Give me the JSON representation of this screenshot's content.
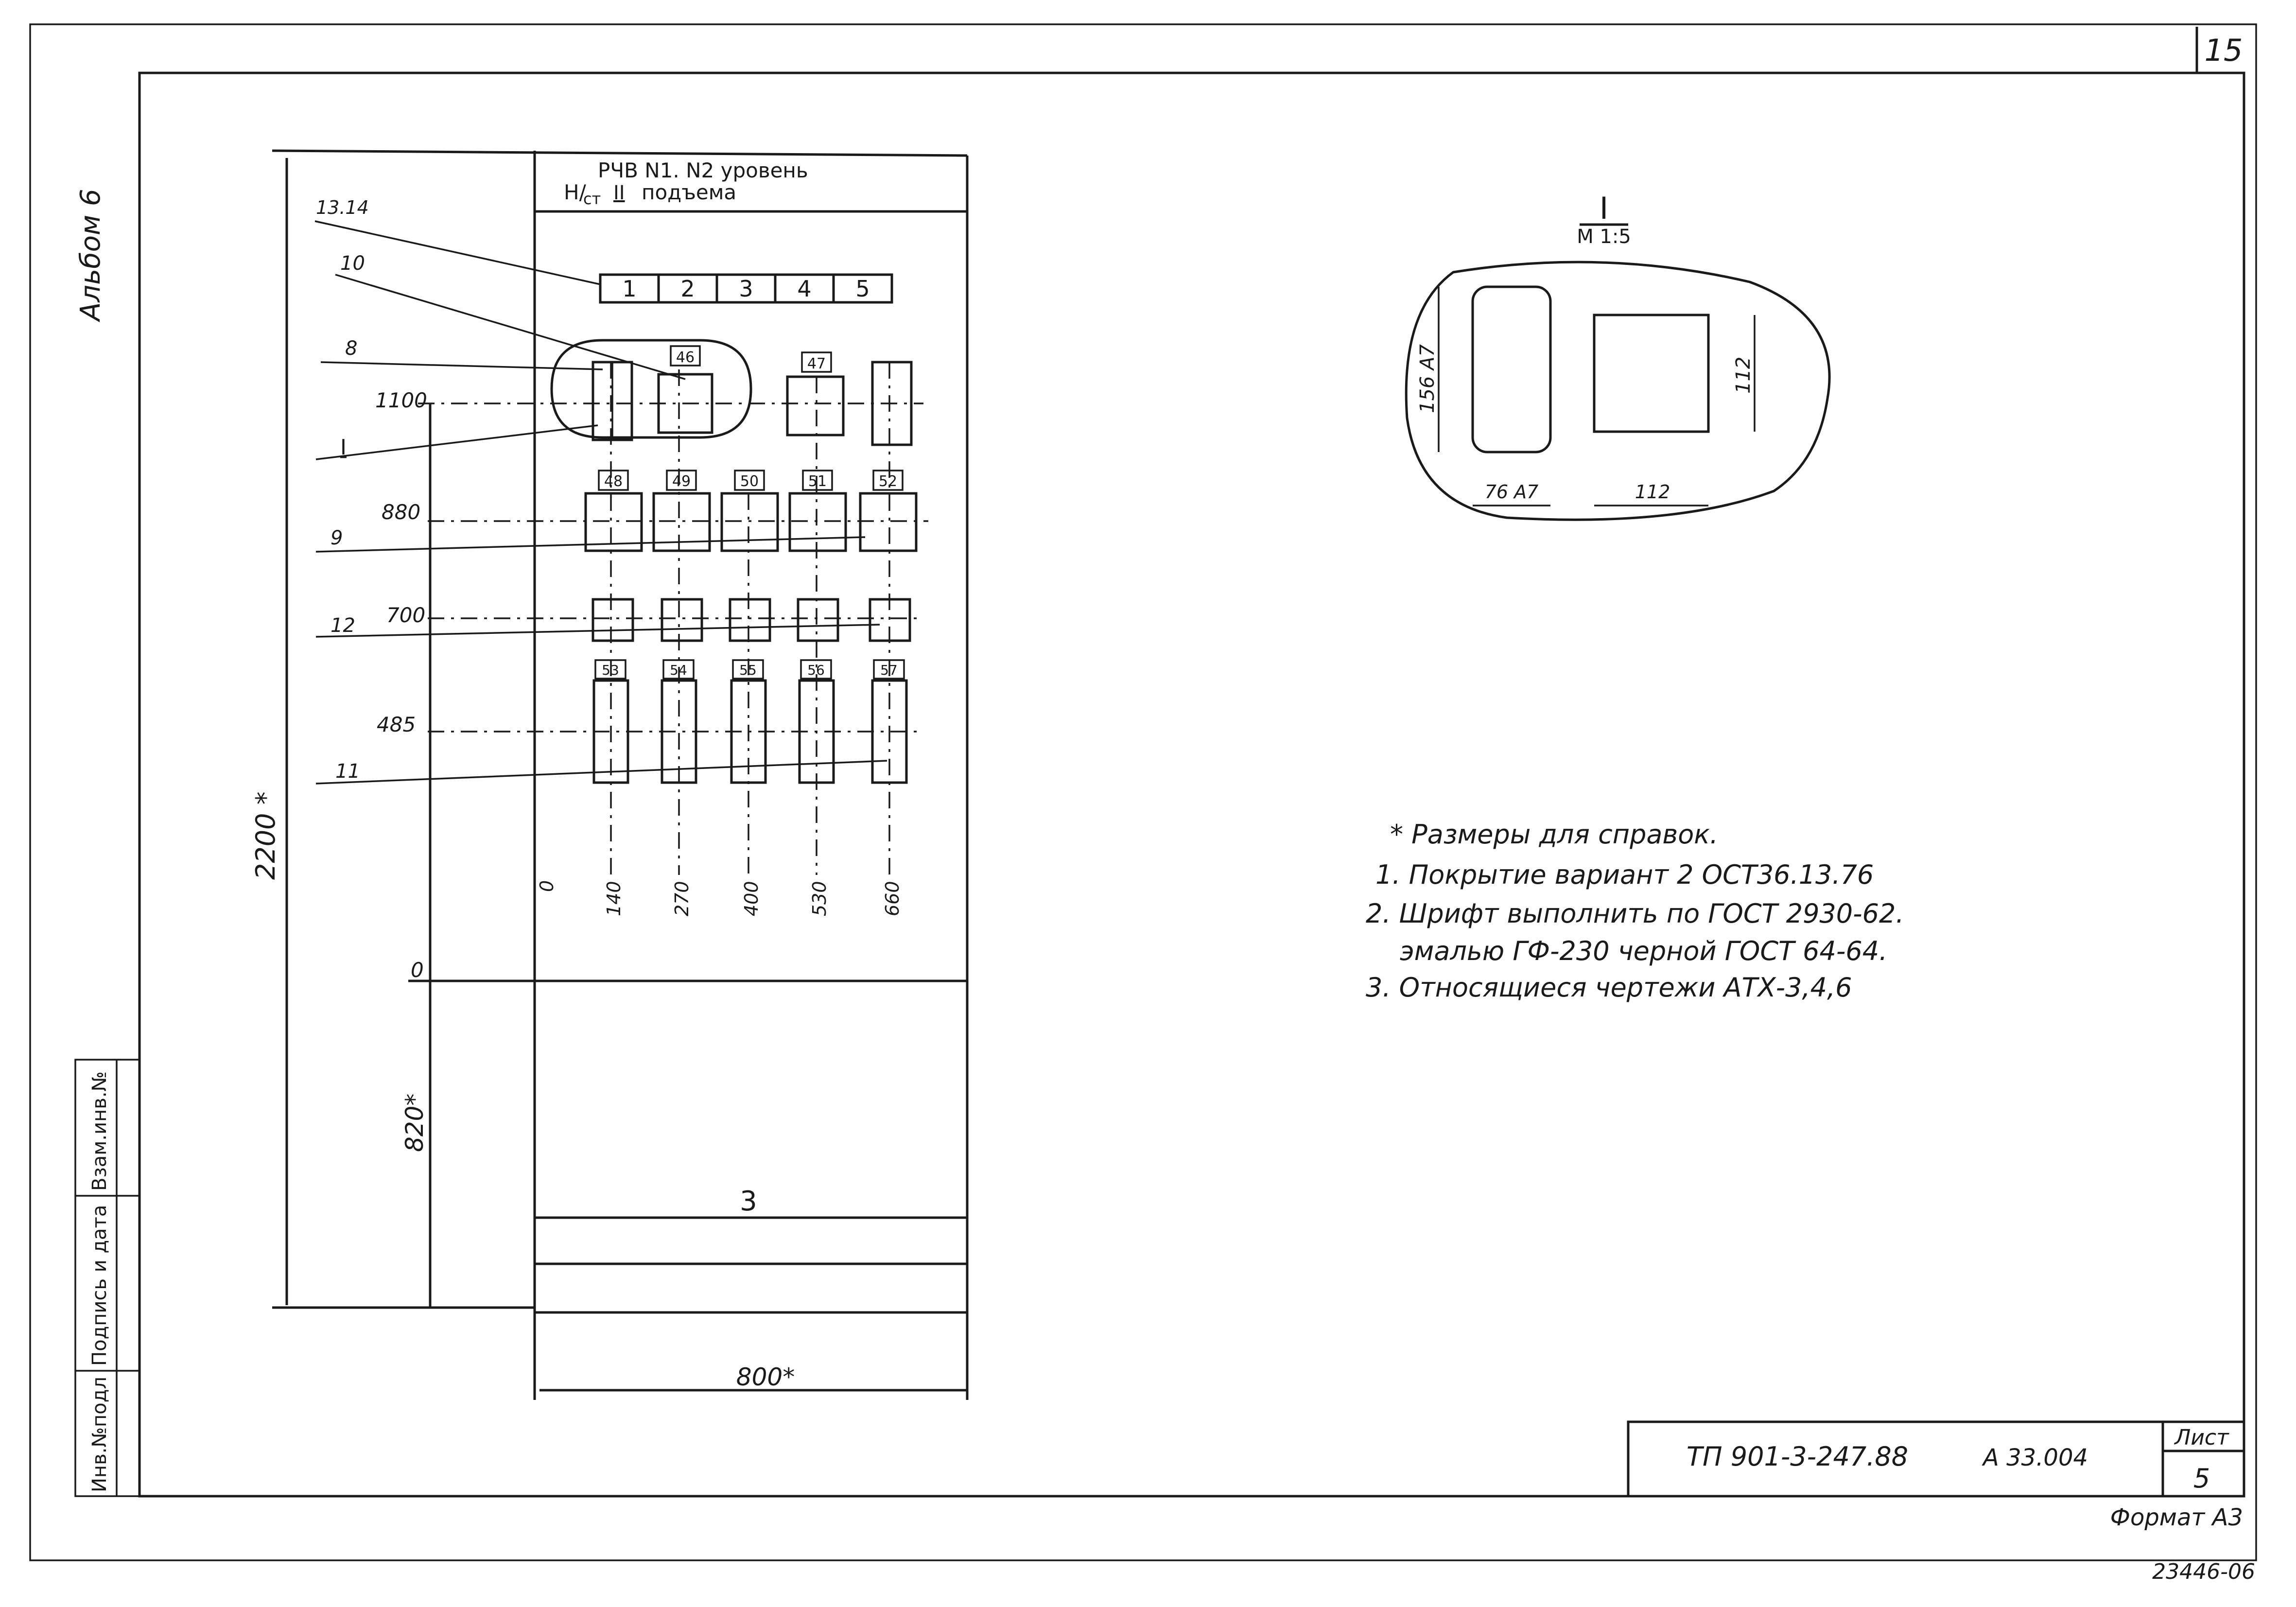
{
  "sheet_number": "15",
  "album_label": "Альбом 6",
  "panel": {
    "title_line1": "РЧВ N1. N2 уровень",
    "title_line2_prefix": "Н/",
    "title_line2_ct": "ст",
    "title_line2_roman": "II",
    "title_line2_suffix": "подъема",
    "terminal_numbers": [
      "1",
      "2",
      "3",
      "4",
      "5"
    ],
    "device_labels_row1": [
      "46",
      "47"
    ],
    "device_labels_row2": [
      "48",
      "49",
      "50",
      "51",
      "52"
    ],
    "device_labels_row4": [
      "53",
      "54",
      "55",
      "56",
      "57"
    ],
    "bottom_section_label": "3",
    "width_dimension": "800*",
    "height_total_dimension": "2200 *",
    "height_lower_dimension": "820*",
    "level_marks": [
      "1100",
      "880",
      "700",
      "485",
      "0"
    ],
    "x_marks": [
      "0",
      "140",
      "270",
      "400",
      "530",
      "660"
    ],
    "callouts": [
      "13.14",
      "10",
      "8",
      "I",
      "9",
      "12",
      "11"
    ]
  },
  "detail": {
    "title": "I",
    "scale": "М 1:5",
    "dim_left": "156 А7",
    "dim_right": "112",
    "dim_bottom_left": "76 А7",
    "dim_bottom_right": "112"
  },
  "notes": [
    "* Размеры для справок.",
    "1. Покрытие вариант 2 ОСТ36.13.76",
    "2. Шрифт выполнить по ГОСТ 2930-62.",
    "эмалью ГФ-230 черной ГОСТ 64-64.",
    "3. Относящиеся чертежи АТХ-3,4,6"
  ],
  "stamp": {
    "doc_code": "ТП 901-3-247.88",
    "sheet_code": "А 33.004",
    "sheet_label": "Лист",
    "sheet_value": "5"
  },
  "side_columns": [
    "Инв.№подл",
    "Подпись и дата",
    "Взам.инв.№"
  ],
  "format_label": "Формат А3",
  "archive_number": "23446-06"
}
